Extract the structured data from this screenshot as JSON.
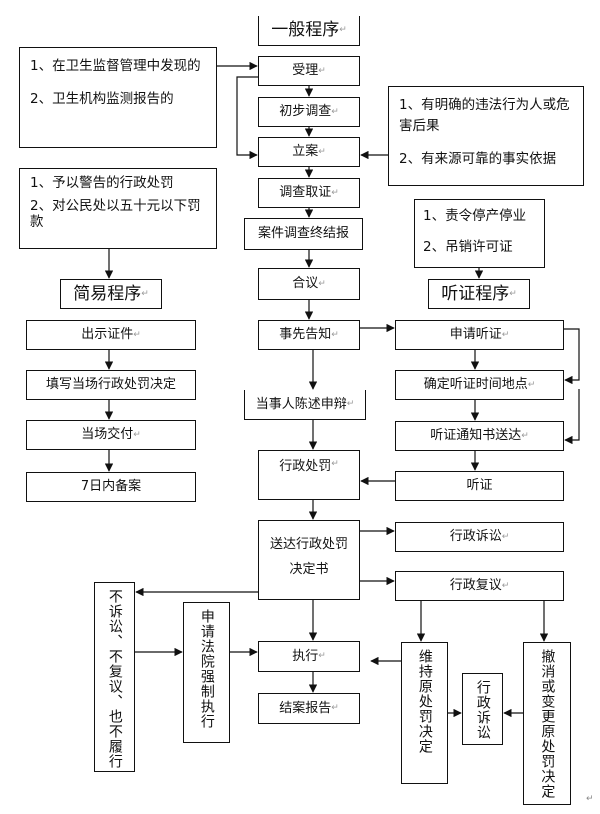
{
  "general": {
    "title": "一般程序",
    "steps": {
      "accept": "受理",
      "preliminary": "初步调查",
      "file_case": "立案",
      "evidence": "调查取证",
      "conclusion_report": "案件调查终结报",
      "deliberation": "合议",
      "prior_notice": "事先告知",
      "statement_defense": "当事人陈述申辩",
      "penalty": "行政处罚",
      "deliver_decision": "送达行政处罚决定书",
      "execute": "执行",
      "closing_report": "结案报告"
    }
  },
  "sources_box": {
    "items": [
      "1、在卫生监督管理中发现的",
      "2、卫生机构监测报告的"
    ]
  },
  "filing_conditions_box": {
    "items": [
      "1、有明确的违法行为人或危害后果",
      "2、有来源可靠的事实依据"
    ]
  },
  "simple": {
    "conditions": [
      "1、予以警告的行政处罚",
      "2、对公民处以五十元以下罚款"
    ],
    "title": "简易程序",
    "steps": [
      "出示证件",
      "填写当场行政处罚决定",
      "当场交付",
      "7日内备案"
    ]
  },
  "hearing": {
    "conditions": [
      "1、责令停产停业",
      "2、吊销许可证"
    ],
    "title": "听证程序",
    "steps": {
      "apply": "申请听证",
      "schedule": "确定听证时间地点",
      "notice": "听证通知书送达",
      "hearing": "听证"
    }
  },
  "remedies": {
    "litigation": "行政诉讼",
    "reconsideration": "行政复议",
    "no_action": "不诉讼、不复议、也不履行",
    "court_enforce": "申请法院强制执行",
    "uphold": "维持原处罚决定",
    "litigation_vertical": "行政诉讼",
    "revoke_change": "撤消或变更原处罚决定"
  },
  "paragraph_mark": "↵"
}
